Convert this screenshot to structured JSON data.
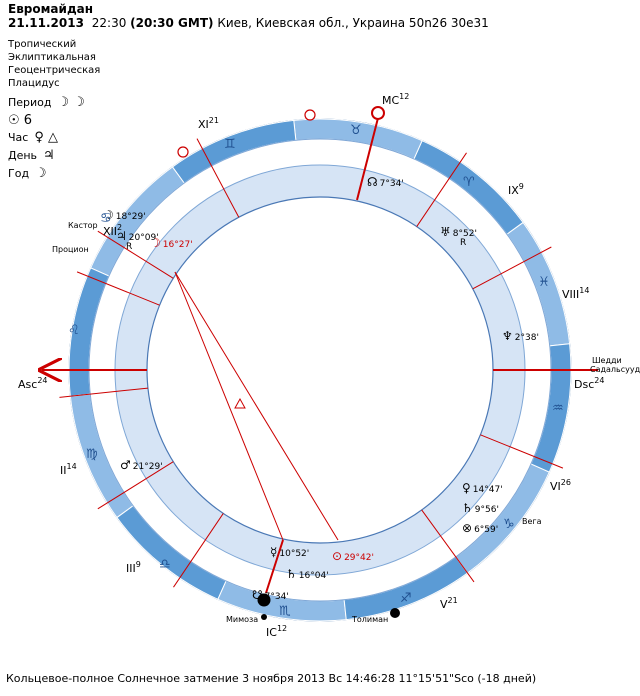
{
  "header": {
    "title": "Евромайдан",
    "date": "21.11.2013",
    "time": "22:30",
    "gmt": "(20:30 GMT)",
    "place": "Киев, Киевская обл., Украина 50n26  30e31"
  },
  "systems": [
    "Тропический",
    "Эклиптикальная",
    "Геоцентрическая",
    "Плацидус"
  ],
  "rulers": [
    {
      "label": "Период",
      "glyphs": "☽ ☽"
    },
    {
      "label": "",
      "glyphs": "☉ 6"
    },
    {
      "label": "Час",
      "glyphs": "♀ △"
    },
    {
      "label": "День",
      "glyphs": "♃"
    },
    {
      "label": "Год",
      "glyphs": "☽"
    }
  ],
  "angles": {
    "asc": {
      "label": "Asc",
      "deg": "24"
    },
    "dsc": {
      "label": "Dsc",
      "deg": "24"
    },
    "mc": {
      "label": "MC",
      "deg": "12"
    },
    "ic": {
      "label": "IC",
      "deg": "12"
    }
  },
  "houses": [
    {
      "roman": "XII",
      "deg": "2"
    },
    {
      "roman": "XI",
      "deg": "21"
    },
    {
      "roman": "IX",
      "deg": "9"
    },
    {
      "roman": "VIII",
      "deg": "14"
    },
    {
      "roman": "VI",
      "deg": "26"
    },
    {
      "roman": "V",
      "deg": "21"
    },
    {
      "roman": "III",
      "deg": "9"
    },
    {
      "roman": "II",
      "deg": "14"
    }
  ],
  "planets": [
    {
      "glyph": "☽",
      "pos": "18°29'"
    },
    {
      "glyph": "♃",
      "pos": "20°09'",
      "retro": "R"
    },
    {
      "glyph": "☽",
      "pos": "16°27'"
    },
    {
      "glyph": "♂",
      "pos": "21°29'"
    },
    {
      "glyph": "♅",
      "pos": "8°52'",
      "retro": "R"
    },
    {
      "glyph": "♆",
      "pos": "2°38'"
    },
    {
      "glyph": "♀",
      "pos": "14°47'"
    },
    {
      "glyph": "♄",
      "pos": "9°56'"
    },
    {
      "glyph": "⊗",
      "pos": "6°59'"
    },
    {
      "glyph": "☊",
      "pos": "7°34'"
    },
    {
      "glyph": "☿",
      "pos": "10°52'"
    },
    {
      "glyph": "♄",
      "pos": "16°04'"
    },
    {
      "glyph": "⊙",
      "pos": "29°42'"
    },
    {
      "glyph": "☋",
      "pos": "7°34'"
    }
  ],
  "stars": [
    "Кастор",
    "Процион",
    "Шедди",
    "Садальсууд",
    "Вега",
    "Мимоза",
    "Толиман"
  ],
  "footer": "Кольцевое-полное Солнечное затмение 3 ноября 2013 Вс 14:46:28 11°15'51\"Sco (-18 дней)"
}
